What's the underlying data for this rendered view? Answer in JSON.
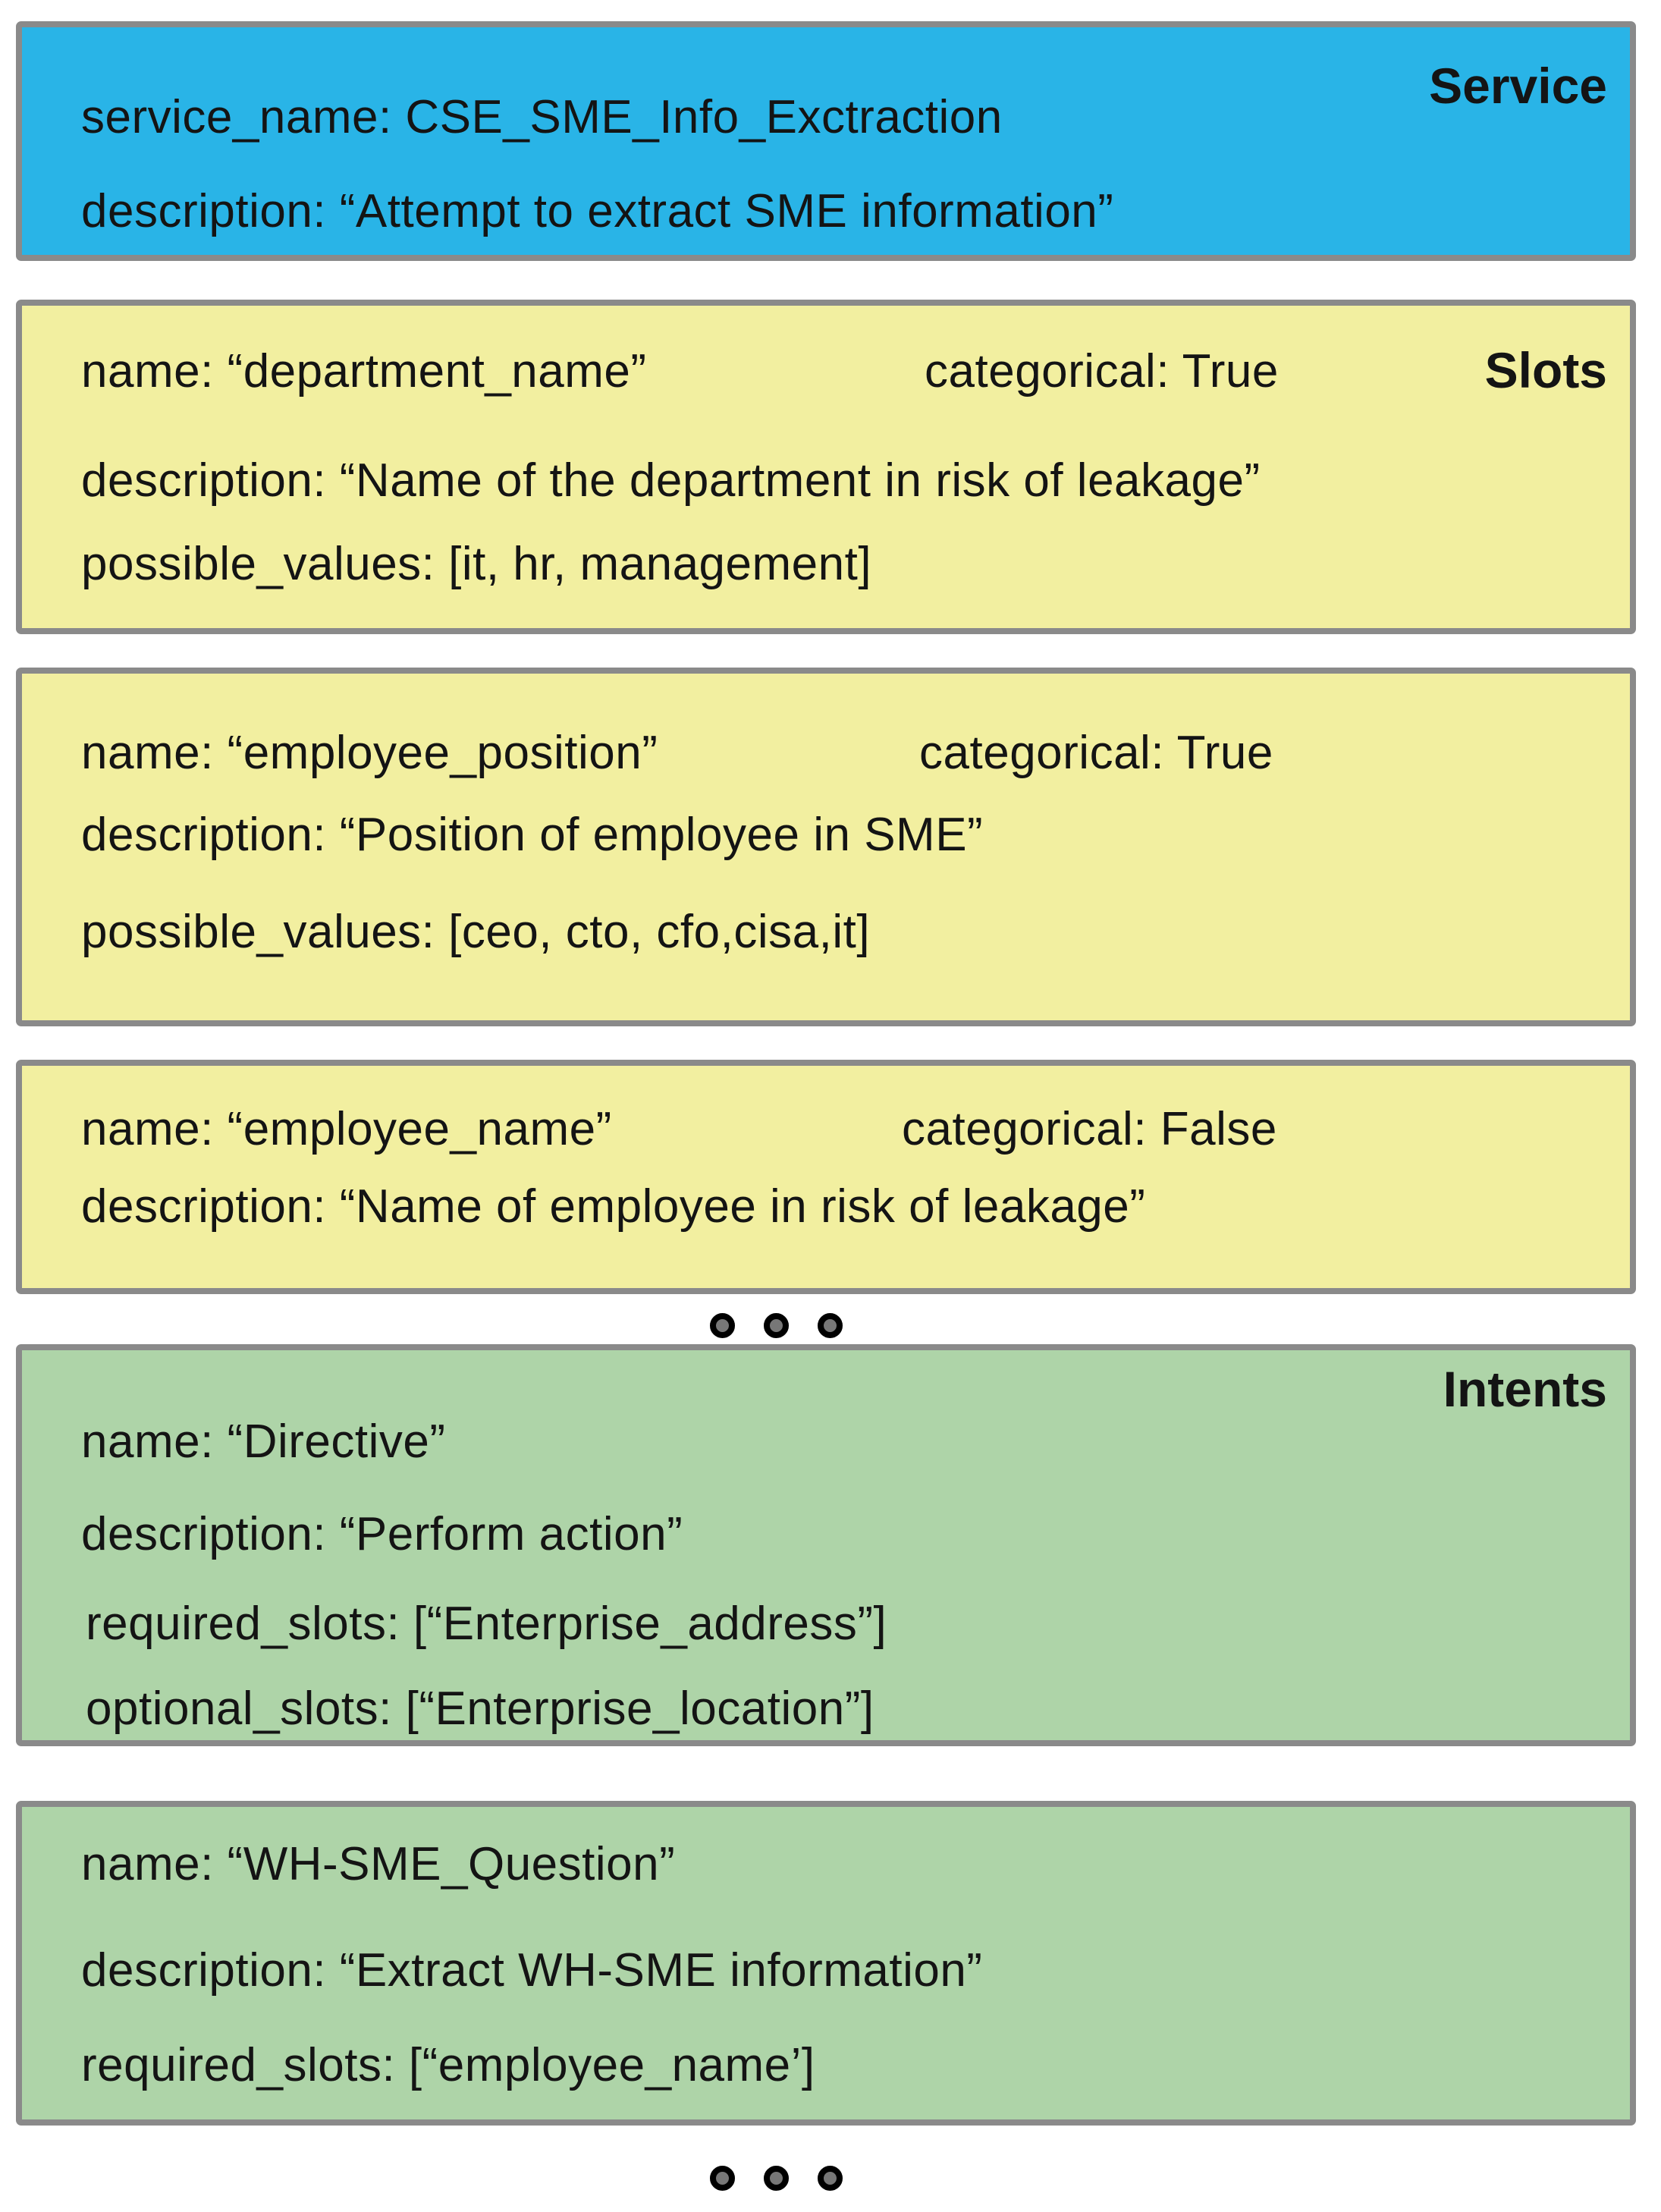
{
  "colors": {
    "service_fill": "#29b4e7",
    "slots_fill": "#f2efa0",
    "intents_fill": "#aed4a8",
    "border": "#8a8a8a",
    "text": "#141414",
    "dot_ring": "#000000",
    "dot_fill": "#777777"
  },
  "service": {
    "section_label": "Service",
    "name_line": "service_name: CSE_SME_Info_Exctraction",
    "description_line": "description: “Attempt to extract SME information”"
  },
  "slots": {
    "section_label": "Slots",
    "boxes": [
      {
        "name": "name: “department_name”",
        "categorical": "categorical: True",
        "description": "description: “Name of the department in risk of leakage”",
        "possible_values": "possible_values: [it, hr, management]"
      },
      {
        "name": "name: “employee_position”",
        "categorical": "categorical: True",
        "description": "description: “Position of employee in SME”",
        "possible_values": "possible_values: [ceo, cto, cfo,cisa,it]"
      },
      {
        "name": "name: “employee_name”",
        "categorical": "categorical: False",
        "description": "description: “Name of employee in risk of leakage”"
      }
    ]
  },
  "intents": {
    "section_label": "Intents",
    "boxes": [
      {
        "name": "name: “Directive”",
        "description": "description: “Perform action”",
        "required_slots": "required_slots: [“Enterprise_address”]",
        "optional_slots": "optional_slots: [“Enterprise_location”]"
      },
      {
        "name": "name: “WH-SME_Question”",
        "description": "description: “Extract WH-SME information”",
        "required_slots": "required_slots: [“employee_name’]"
      }
    ]
  },
  "ellipsis": {
    "icon": "three-dots-icon",
    "count": 3
  }
}
